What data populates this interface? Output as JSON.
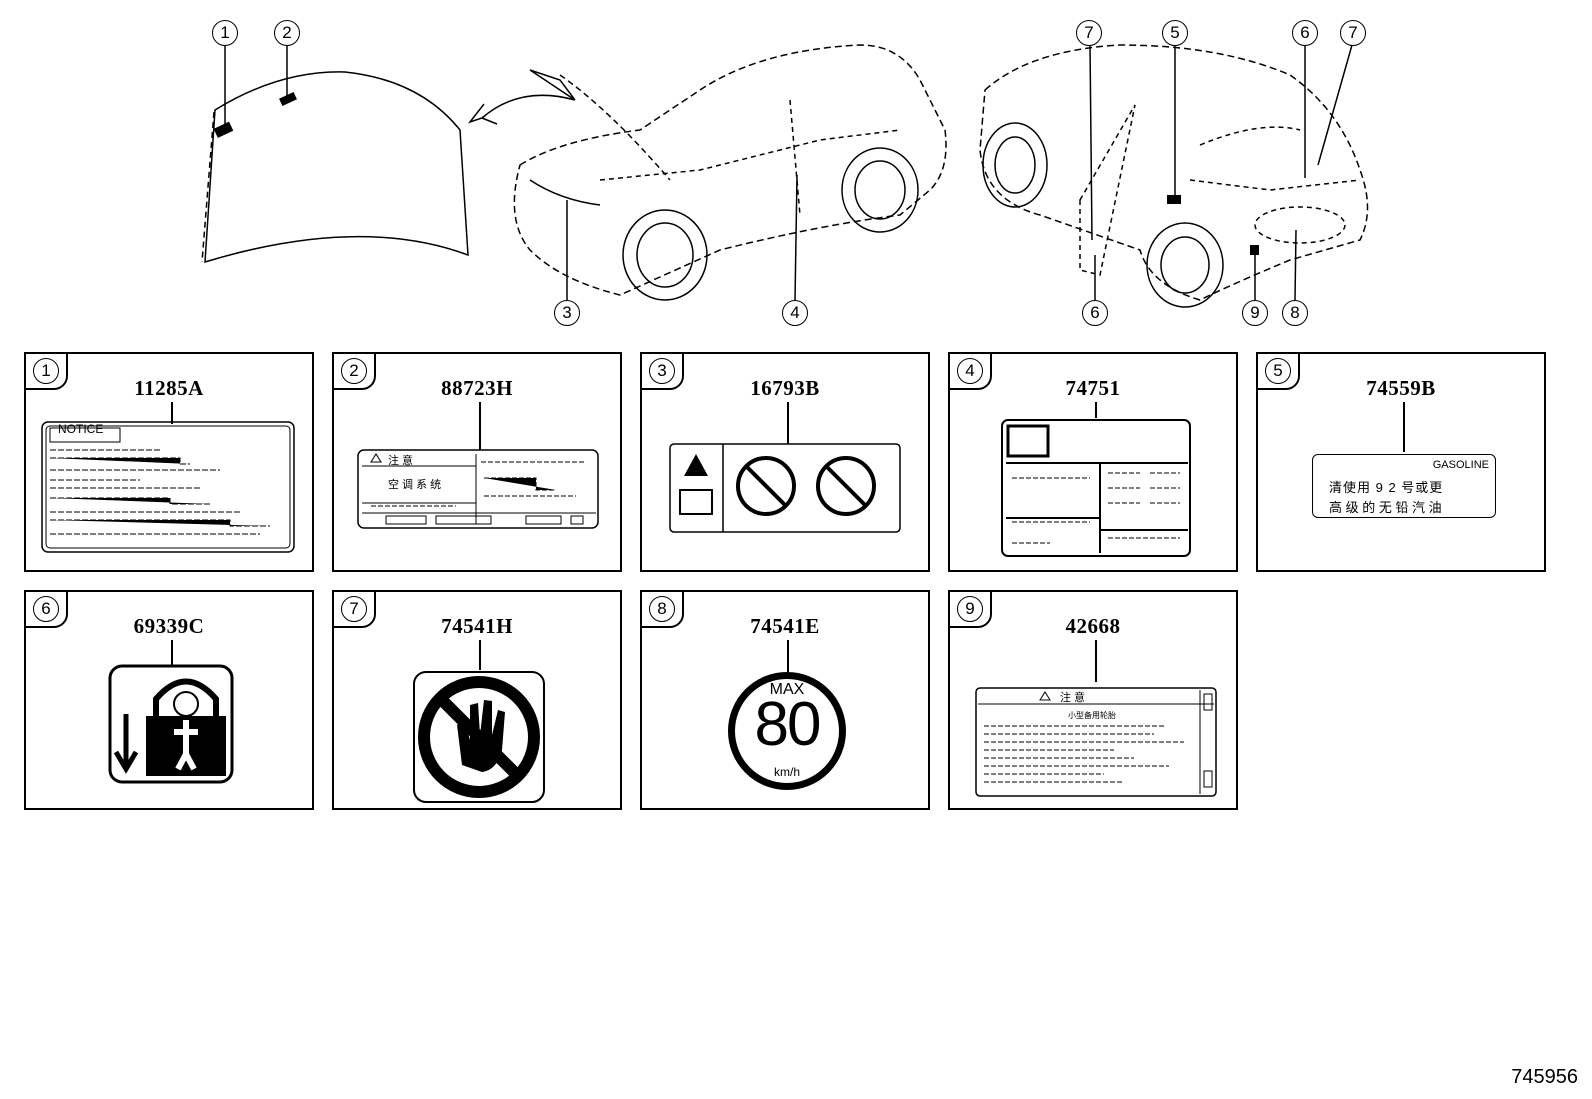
{
  "callouts": [
    "1",
    "2",
    "7",
    "5",
    "6",
    "7",
    "3",
    "4",
    "6",
    "9",
    "8"
  ],
  "panels": [
    {
      "num": "1",
      "part": "11285A",
      "texts": {
        "notice": "NOTICE"
      }
    },
    {
      "num": "2",
      "part": "88723H",
      "texts": {
        "head": "注 意",
        "sub": "空 调 系 统"
      }
    },
    {
      "num": "3",
      "part": "16793B",
      "texts": {}
    },
    {
      "num": "4",
      "part": "74751",
      "texts": {}
    },
    {
      "num": "5",
      "part": "74559B",
      "texts": {
        "gas": "GASOLINE",
        "l1": "清使用 9 2 号或更",
        "l2": "高 级 的 无 铅 汽 油"
      }
    },
    {
      "num": "6",
      "part": "69339C",
      "texts": {}
    },
    {
      "num": "7",
      "part": "74541H",
      "texts": {}
    },
    {
      "num": "8",
      "part": "74541E",
      "texts": {
        "max": "MAX",
        "speed": "80",
        "unit": "km/h"
      }
    },
    {
      "num": "9",
      "part": "42668",
      "texts": {
        "head": "注     意",
        "sub": "小型备用轮胎"
      }
    }
  ],
  "diagram_id": "745956",
  "colors": {
    "line": "#000000",
    "watermark": "#d8d8d8"
  }
}
